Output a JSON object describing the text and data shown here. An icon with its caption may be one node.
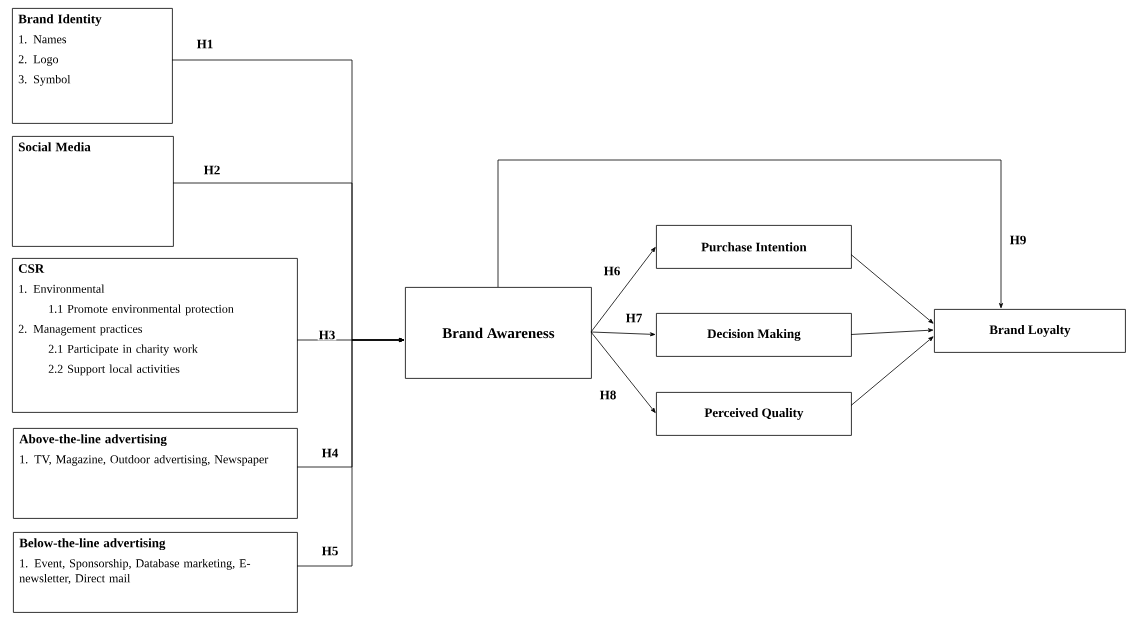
{
  "diagram": {
    "nodes": [
      {
        "text": [
          "Brand Identity",
          "1. Names",
          "2. Logo",
          "3. Symbol"
        ]
      },
      {
        "text": [
          "Social Media"
        ]
      },
      {
        "text": [
          "CSR",
          "1. Environmental",
          "1.1 Promote environmental protection",
          "2. Management practices",
          "2.1 Participate in charity work",
          "2.2 Support local activities"
        ]
      },
      {
        "text": [
          "Above-the-line advertising",
          "1. TV, Magazine, Outdoor advertising, Newspaper"
        ]
      },
      {
        "text": [
          "Below-the-line advertising",
          "1. Event, Sponsorship, Database marketing, E-newsletter, Direct mail"
        ]
      },
      {
        "text": [
          "Brand Awareness"
        ]
      },
      {
        "text": [
          "Purchase Intention"
        ]
      },
      {
        "text": [
          "Decision Making"
        ]
      },
      {
        "text": [
          "Perceived Quality"
        ]
      },
      {
        "text": [
          "Brand Loyalty"
        ]
      }
    ],
    "edges": [
      {
        "from": 0,
        "to": 5,
        "arrow": "to",
        "label": "H1"
      },
      {
        "from": 1,
        "to": 5,
        "arrow": "to",
        "label": "H2"
      },
      {
        "from": 2,
        "to": 5,
        "arrow": "to",
        "label": "H3"
      },
      {
        "from": 3,
        "to": 5,
        "arrow": "to",
        "label": "H4"
      },
      {
        "from": 4,
        "to": 5,
        "arrow": "to",
        "label": "H5"
      },
      {
        "from": 5,
        "to": 6,
        "arrow": "to",
        "label": "H6"
      },
      {
        "from": 5,
        "to": 7,
        "arrow": "to",
        "label": "H7"
      },
      {
        "from": 5,
        "to": 8,
        "arrow": "to",
        "label": "H8"
      },
      {
        "from": 6,
        "to": 9,
        "arrow": "to"
      },
      {
        "from": 7,
        "to": 9,
        "arrow": "to"
      },
      {
        "from": 8,
        "to": 9,
        "arrow": "to"
      },
      {
        "from": 5,
        "to": 9,
        "arrow": "to",
        "label": "H9"
      }
    ]
  }
}
